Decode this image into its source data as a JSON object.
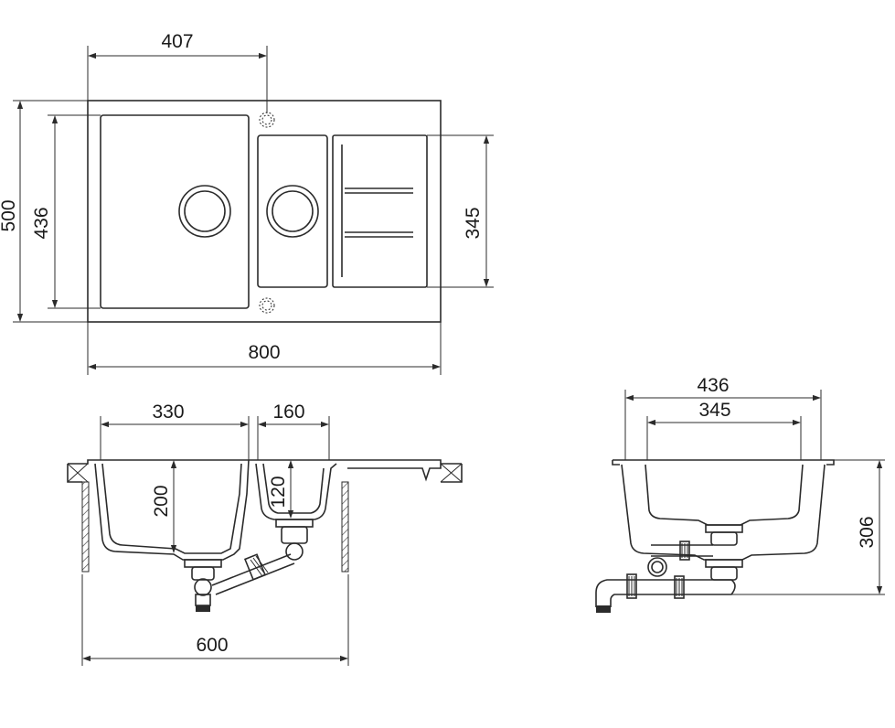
{
  "top_view": {
    "dimensions": {
      "overall_width": "800",
      "overall_depth": "500",
      "bowl_depth": "436",
      "small_section_depth": "345",
      "bowl_plus_offset_width": "407"
    }
  },
  "front_section": {
    "dimensions": {
      "main_bowl_width": "330",
      "small_bowl_width": "160",
      "main_bowl_depth": "200",
      "small_bowl_depth": "120",
      "cabinet_width": "600"
    }
  },
  "side_section": {
    "dimensions": {
      "outer_width": "436",
      "inner_width": "345",
      "total_height": "306"
    }
  }
}
